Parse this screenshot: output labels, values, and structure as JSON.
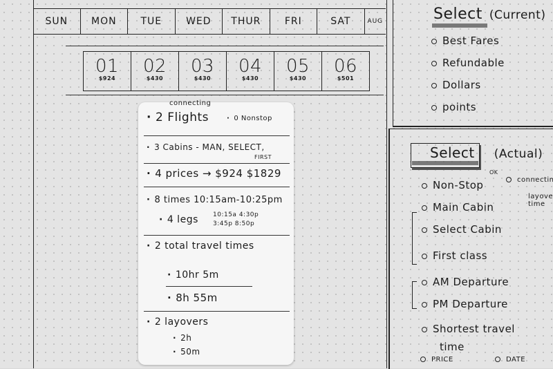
{
  "calendar": {
    "days": [
      "SUN",
      "MON",
      "TUE",
      "WED",
      "THUR",
      "FRI",
      "SAT",
      "AUG"
    ],
    "dates": [
      {
        "day": "01",
        "price": "$924"
      },
      {
        "day": "02",
        "price": "$430"
      },
      {
        "day": "03",
        "price": "$430"
      },
      {
        "day": "04",
        "price": "$430"
      },
      {
        "day": "05",
        "price": "$430"
      },
      {
        "day": "06",
        "price": "$501"
      }
    ]
  },
  "card": {
    "connecting": "connecting",
    "flights": "2 Flights",
    "nonstop": "0 Nonstop",
    "cabins": "3 Cabins - MAN, SELECT,",
    "cabins_cont": "FIRST",
    "prices": "4 prices → $924 $1829",
    "times": "8 times 10:15am-10:25pm",
    "legs": "4 legs",
    "leg_times_1": "10:15a 4:30p",
    "leg_times_2": "3:45p 8:50p",
    "travel_times": "2 total travel times",
    "tt1": "10hr 5m",
    "tt2": "8h 55m",
    "layovers": "2 layovers",
    "lay1": "2h",
    "lay2": "50m"
  },
  "current": {
    "title": "Select",
    "subtitle": "(Current)",
    "options": [
      "Best Fares",
      "Refundable",
      "Dollars",
      "points"
    ]
  },
  "actual": {
    "title": "Select",
    "subtitle": "(Actual)",
    "nonstop": "Non-Stop",
    "ok": "OK",
    "connecting": "connecting",
    "layover_time": "layover time",
    "cabins": [
      "Main Cabin",
      "Select Cabin",
      "First class"
    ],
    "departures": [
      "AM Departure",
      "PM Departure"
    ],
    "shortest": "Shortest travel",
    "shortest_cont": "time",
    "price": "PRICE",
    "date": "DATE"
  }
}
